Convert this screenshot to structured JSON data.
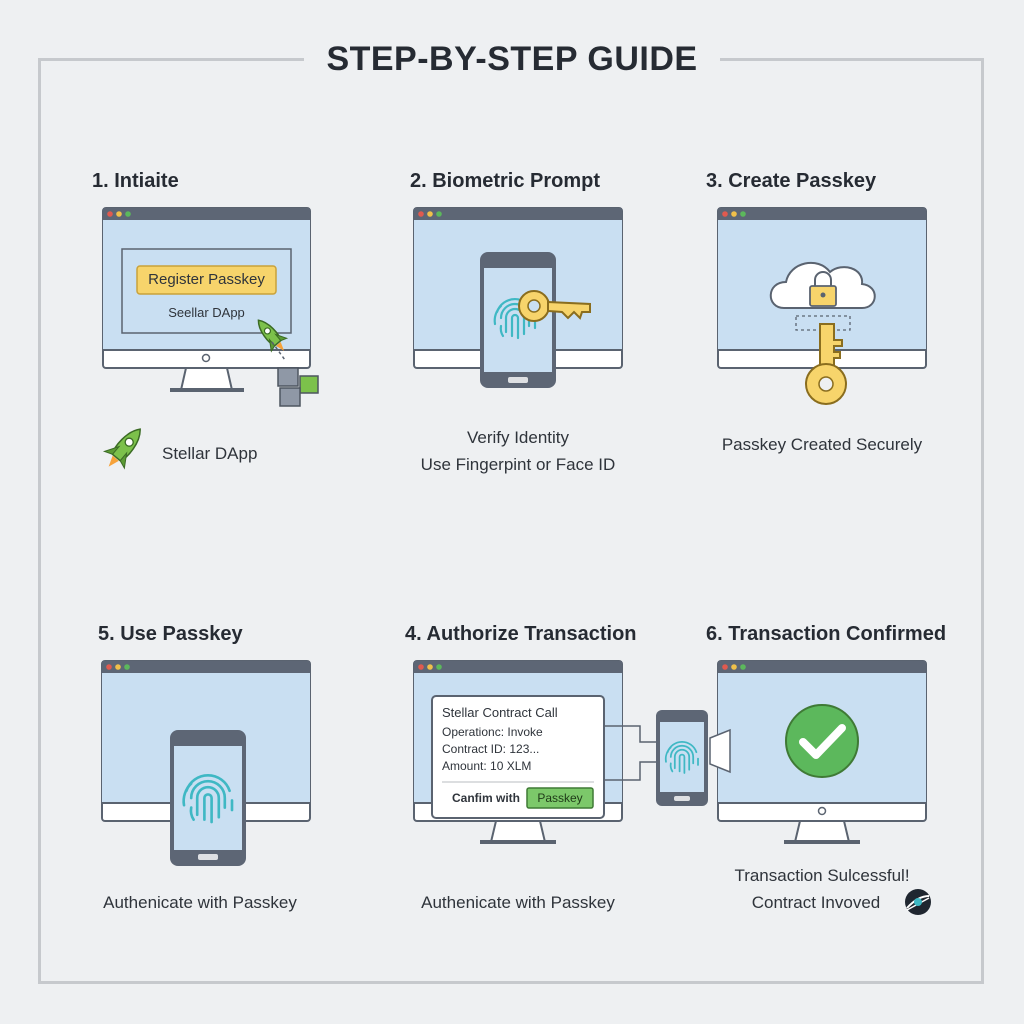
{
  "title": "STEP-BY-STEP GUIDE",
  "colors": {
    "screen": "#c9dff2",
    "bezel": "#ffffff",
    "outline": "#5a6370",
    "titlebar": "#5d6675",
    "yellow": "#f7d46b",
    "green": "#5cb85c",
    "fingerprint": "#3fb8c4"
  },
  "steps": [
    {
      "heading": "1. Intiaite",
      "button": "Register Passkey",
      "screen_label": "Seellar DApp",
      "caption": "Stellar DApp",
      "icons": [
        "rocket-icon",
        "cubes-icon"
      ]
    },
    {
      "heading": "2. Biometric Prompt",
      "caption_line1": "Verify Identity",
      "caption_line2": "Use Fingerpint or Face ID",
      "icons": [
        "fingerprint-icon",
        "key-icon"
      ]
    },
    {
      "heading": "3. Create Passkey",
      "caption": "Passkey Created Securely",
      "icons": [
        "cloud-icon",
        "lock-icon",
        "key-icon"
      ]
    },
    {
      "heading": "5. Use Passkey",
      "caption": "Authenicate with Passkey",
      "icons": [
        "fingerprint-icon"
      ]
    },
    {
      "heading": "4. Authorize Transaction",
      "dialog_title": "Stellar Contract Call",
      "line1": "Operationc: Invoke",
      "line2": "Contract ID: 123...",
      "line3": "Amount: 10 XLM",
      "confirm_text": "Canfim with",
      "confirm_button": "Passkey",
      "caption": "Authenicate with Passkey",
      "icons": [
        "fingerprint-icon"
      ]
    },
    {
      "heading": "6. Transaction Confirmed",
      "caption_line1": "Transaction Sulcessful!",
      "caption_line2": "Contract Invoved",
      "icons": [
        "checkmark-icon",
        "stellar-icon"
      ]
    }
  ]
}
